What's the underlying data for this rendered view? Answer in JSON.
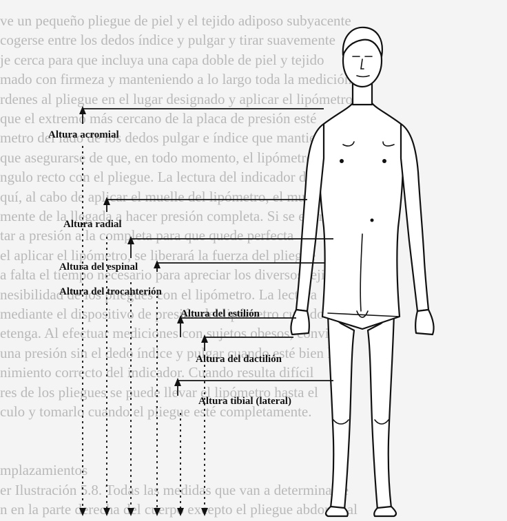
{
  "figure": {
    "labels": {
      "acromial": "Altura acromial",
      "radial": "Altura radial",
      "espinal": "Altura del espinal",
      "trocanterion": "Altura del trocanterión",
      "estilion": "Altura del estilión",
      "dactilion": "Altura del dactilión",
      "tibial": "Altura tibial (lateral)"
    },
    "background_lines": [
      "ve un pequeño pliegue de piel y el tejido adiposo subyacente",
      "cogerse entre los dedos índice y pulgar y tirar suavemente",
      "je cerca para que incluya una capa doble de piel y tejido",
      "mado con firmeza y manteniendo a lo largo toda la medición",
      "rdenes al pliegue en el lugar designado y aplicar el lipómetro",
      "que el extremo más cercano de la placa de presión esté",
      "metro del lado de los dedos pulgar e índice que mantienen el pliegue",
      "que asegurarse de que, en todo momento, el lipómetro esté formando",
      "ngulo recto con el pliegue. La lectura del indicador debe hacerse",
      "quí, al cabo de aplicar el muelle del lipómetro, el muelle",
      "mente de la llegada a hacer presión completa. Si se estira",
      "tar a presión a la completa para que quede perfecta",
      "el aplicar el lipómetro, se liberará la fuerza del pliegue",
      "a falta el tiempo necesario para apreciar los diversos tejidos.",
      "nesibilidad de los pliegues con el lipómetro. La lectura",
      "mediante el dispositivo de presión del lipómetro cuando lo",
      "etenga. Al efectuar mediciones con sujetos obesos, conviene",
      "una presión sin el dedo índice y pulgar cuando esté bien lipó",
      "nimiento correcto del indicador. Cuando resulta difícil",
      "res de los pliegues se puede llevar el lipómetro hasta el",
      "culo y tomarlo cuando el pliegue esté completamente.",
      "",
      "",
      "mplazamientos",
      "er Ilustración 5.8. Todas las medidas que van a determinarse",
      "n en la parte derecha del cuerpo excepto el pliegue abdominal"
    ]
  }
}
